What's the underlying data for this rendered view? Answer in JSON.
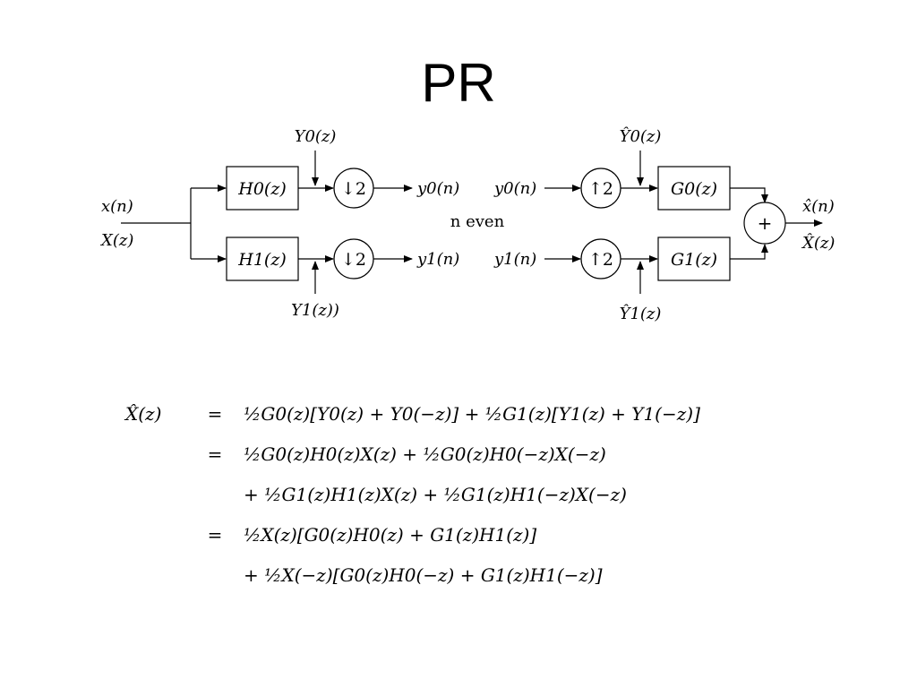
{
  "slide": {
    "title": "PR"
  },
  "diagram": {
    "input": {
      "signal": "x(n)",
      "transform": "X(z)"
    },
    "analysis": {
      "h0": "H0(z)",
      "h1": "H1(z)",
      "down0": "↓2",
      "down1": "↓2",
      "y0_label": "Y0(z)",
      "y1_label": "Y1(z))",
      "y0_out": "y0(n)",
      "y1_out": "y1(n)"
    },
    "middle": {
      "condition": "n even"
    },
    "synthesis": {
      "y0_in": "y0(n)",
      "y1_in": "y1(n)",
      "up0": "↑2",
      "up1": "↑2",
      "g0": "G0(z)",
      "g1": "G1(z)",
      "yhat0_label": "Ŷ0(z)",
      "yhat1_label": "Ŷ1(z)",
      "adder": "+"
    },
    "output": {
      "signal": "x̂(n)",
      "transform": "X̂(z)"
    }
  },
  "equation": {
    "lhs": "X̂(z)",
    "relation": "=",
    "lines": [
      {
        "rel": "=",
        "text": "½G0(z)[Y0(z) + Y0(−z)] + ½G1(z)[Y1(z) + Y1(−z)]"
      },
      {
        "rel": "=",
        "text": "½G0(z)H0(z)X(z) + ½G0(z)H0(−z)X(−z)"
      },
      {
        "rel": "",
        "text": "+ ½G1(z)H1(z)X(z) + ½G1(z)H1(−z)X(−z)"
      },
      {
        "rel": "=",
        "text": "½X(z)[G0(z)H0(z) + G1(z)H1(z)]"
      },
      {
        "rel": "",
        "text": "+ ½X(−z)[G0(z)H0(−z) + G1(z)H1(−z)]"
      }
    ]
  }
}
